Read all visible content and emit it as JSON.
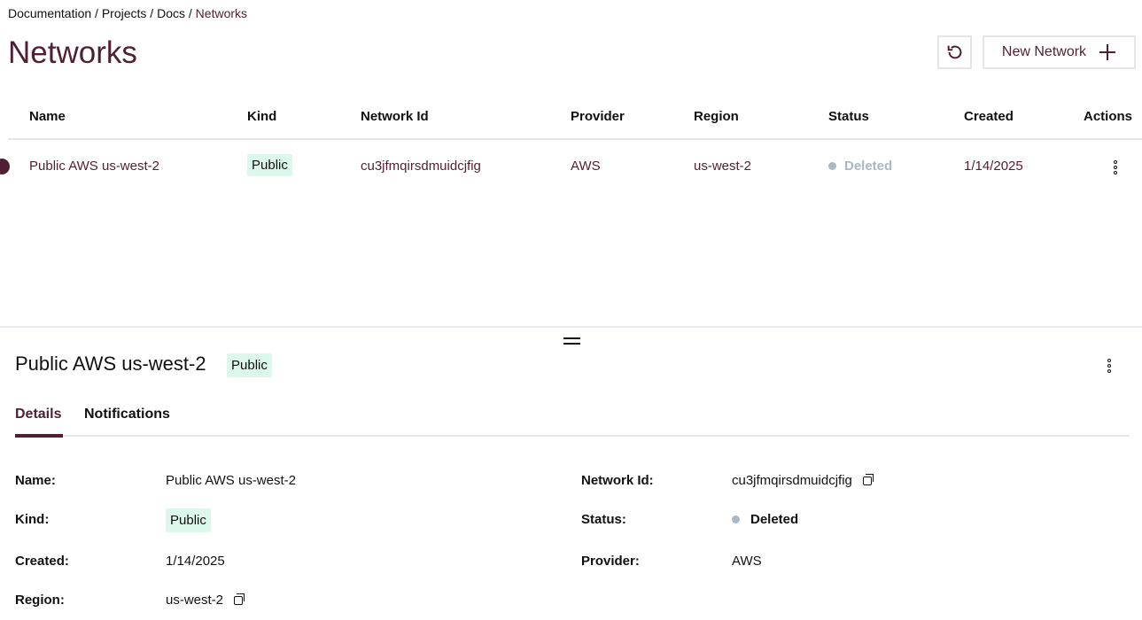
{
  "breadcrumb": {
    "items": [
      "Documentation",
      "Projects",
      "Docs"
    ],
    "current": "Networks",
    "sep": " / "
  },
  "page_title": "Networks",
  "toolbar": {
    "new_label": "New Network"
  },
  "table": {
    "headers": [
      "Name",
      "Kind",
      "Network Id",
      "Provider",
      "Region",
      "Status",
      "Created",
      "Actions"
    ],
    "rows": [
      {
        "name": "Public AWS us-west-2",
        "kind": "Public",
        "network_id": "cu3jfmqirsdmuidcjfig",
        "provider": "AWS",
        "region": "us-west-2",
        "status": "Deleted",
        "created": "1/14/2025"
      }
    ]
  },
  "detail": {
    "title": "Public AWS us-west-2",
    "kind": "Public",
    "tabs": [
      "Details",
      "Notifications"
    ],
    "active_tab": "Details",
    "fields": {
      "name_label": "Name:",
      "name": "Public AWS us-west-2",
      "kind_label": "Kind:",
      "kind": "Public",
      "created_label": "Created:",
      "created": "1/14/2025",
      "region_label": "Region:",
      "region": "us-west-2",
      "network_id_label": "Network Id:",
      "network_id": "cu3jfmqirsdmuidcjfig",
      "status_label": "Status:",
      "status": "Deleted",
      "provider_label": "Provider:",
      "provider": "AWS"
    }
  },
  "colors": {
    "accent": "#4f1f33",
    "badge_bg": "#dcf7ec",
    "deleted": "#a8b8c4"
  }
}
